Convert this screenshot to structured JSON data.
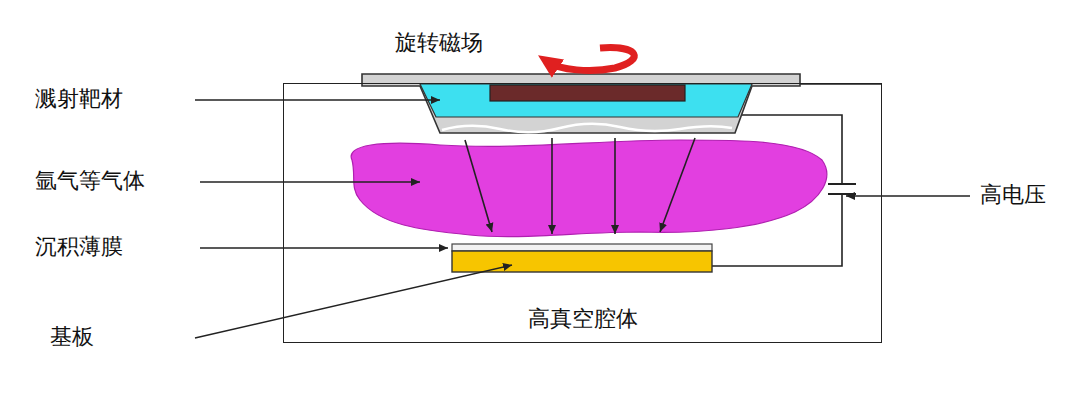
{
  "diagram": {
    "nodes": [
      {
        "text": [
          "高真空腔体"
        ]
      }
    ],
    "labels": [
      "旋转磁场",
      "溅射靶材",
      "氩气等气体",
      "沉积薄膜",
      "基板",
      "高电压"
    ]
  }
}
